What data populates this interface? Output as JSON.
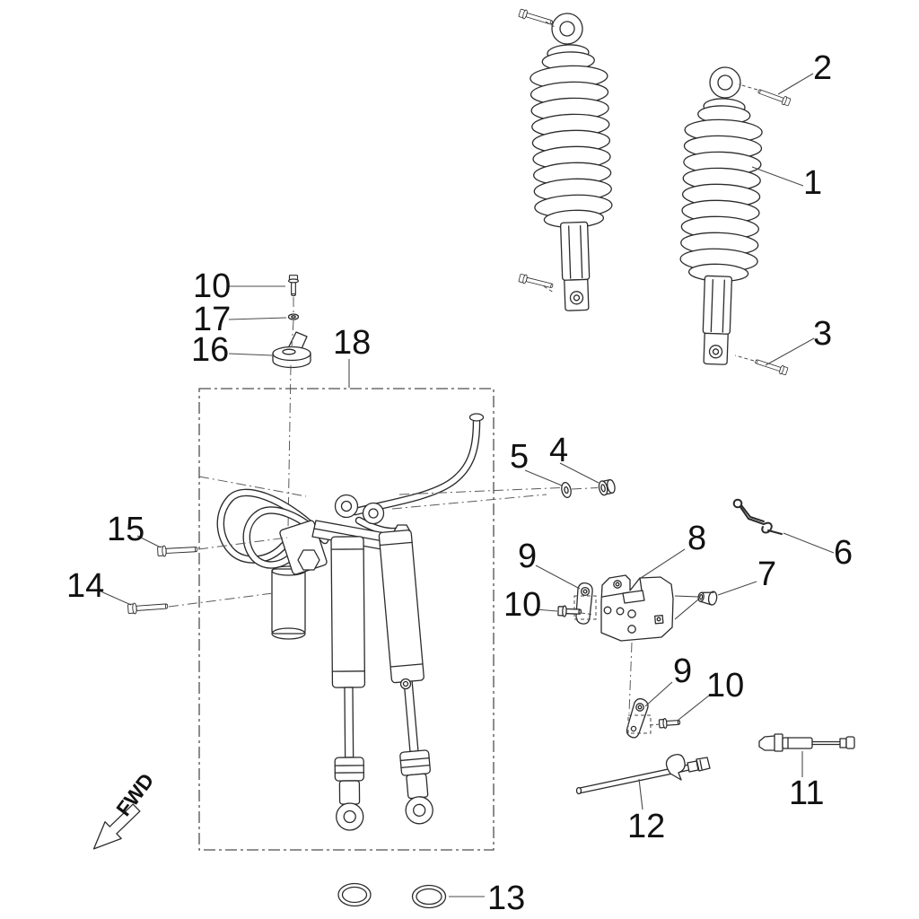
{
  "diagram": {
    "background": "#ffffff",
    "line_color": "#2b2b2b",
    "direction_arrow": {
      "label": "FWD"
    },
    "callouts": {
      "c1": "1",
      "c2": "2",
      "c3": "3",
      "c4": "4",
      "c5": "5",
      "c6": "6",
      "c7": "7",
      "c8": "8",
      "c9_upper": "9",
      "c9_lower": "9",
      "c10_top": "10",
      "c10_mid": "10",
      "c10_lower": "10",
      "c11": "11",
      "c12": "12",
      "c13": "13",
      "c14": "14",
      "c15": "15",
      "c16": "16",
      "c17": "17",
      "c18": "18"
    }
  }
}
